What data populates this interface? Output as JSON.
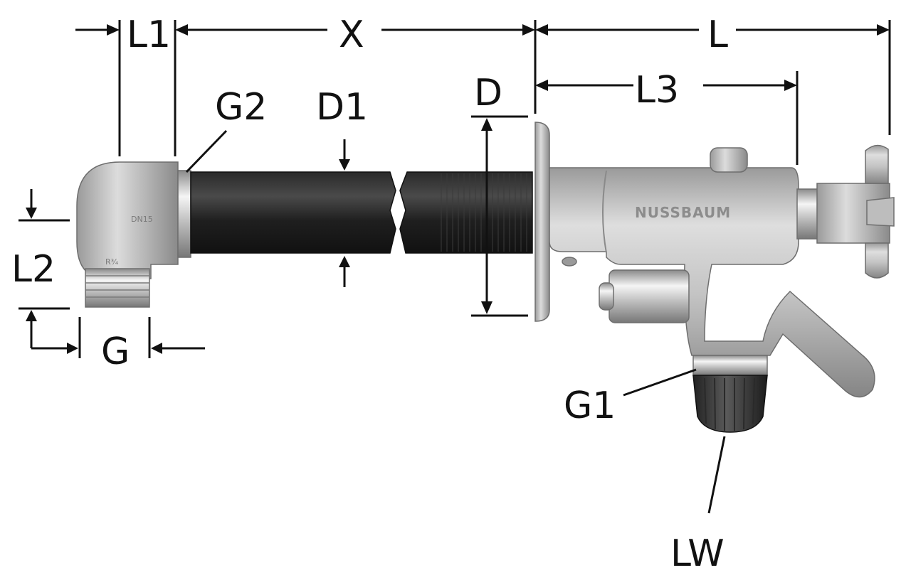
{
  "labels": {
    "L1": "L1",
    "X": "X",
    "L": "L",
    "L3": "L3",
    "D": "D",
    "D1": "D1",
    "G2": "G2",
    "L2": "L2",
    "G": "G",
    "G1": "G1",
    "LW": "LW"
  },
  "product": {
    "brand_mark": "NUSSBAUM",
    "elbow_stamp": "DN15",
    "elbow_stamp_2": "R¾"
  },
  "colors": {
    "line": "#111111",
    "pipe": "#1e1e1e",
    "metal": "#c7c7c7",
    "chrome": "#e6e6e6",
    "knob": "#3a3a3a"
  }
}
